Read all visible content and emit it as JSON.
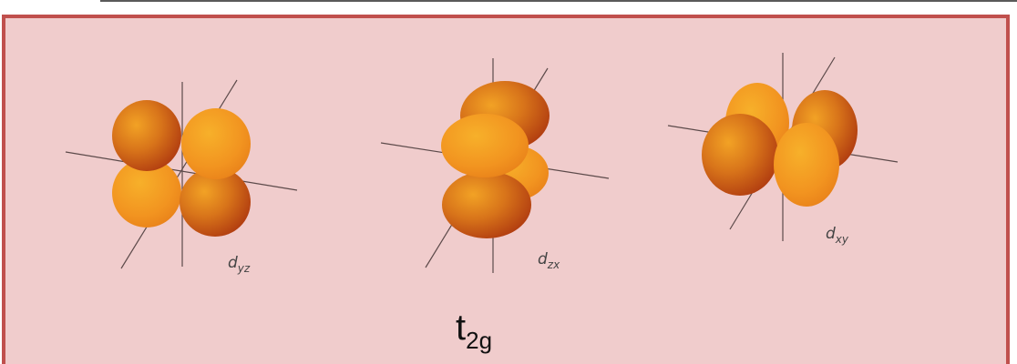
{
  "orbitals": [
    {
      "name": "d",
      "subscript": "yz"
    },
    {
      "name": "d",
      "subscript": "zx"
    },
    {
      "name": "d",
      "subscript": "xy"
    }
  ],
  "group_label": {
    "main": "t",
    "subscript": "2g"
  },
  "colors": {
    "frame": "#c0504d",
    "background": "#f0cccc",
    "lobe_light": "#f5a524",
    "lobe_mid": "#e07a18",
    "lobe_dark": "#a8300e",
    "axis": "#5c4a4a"
  }
}
